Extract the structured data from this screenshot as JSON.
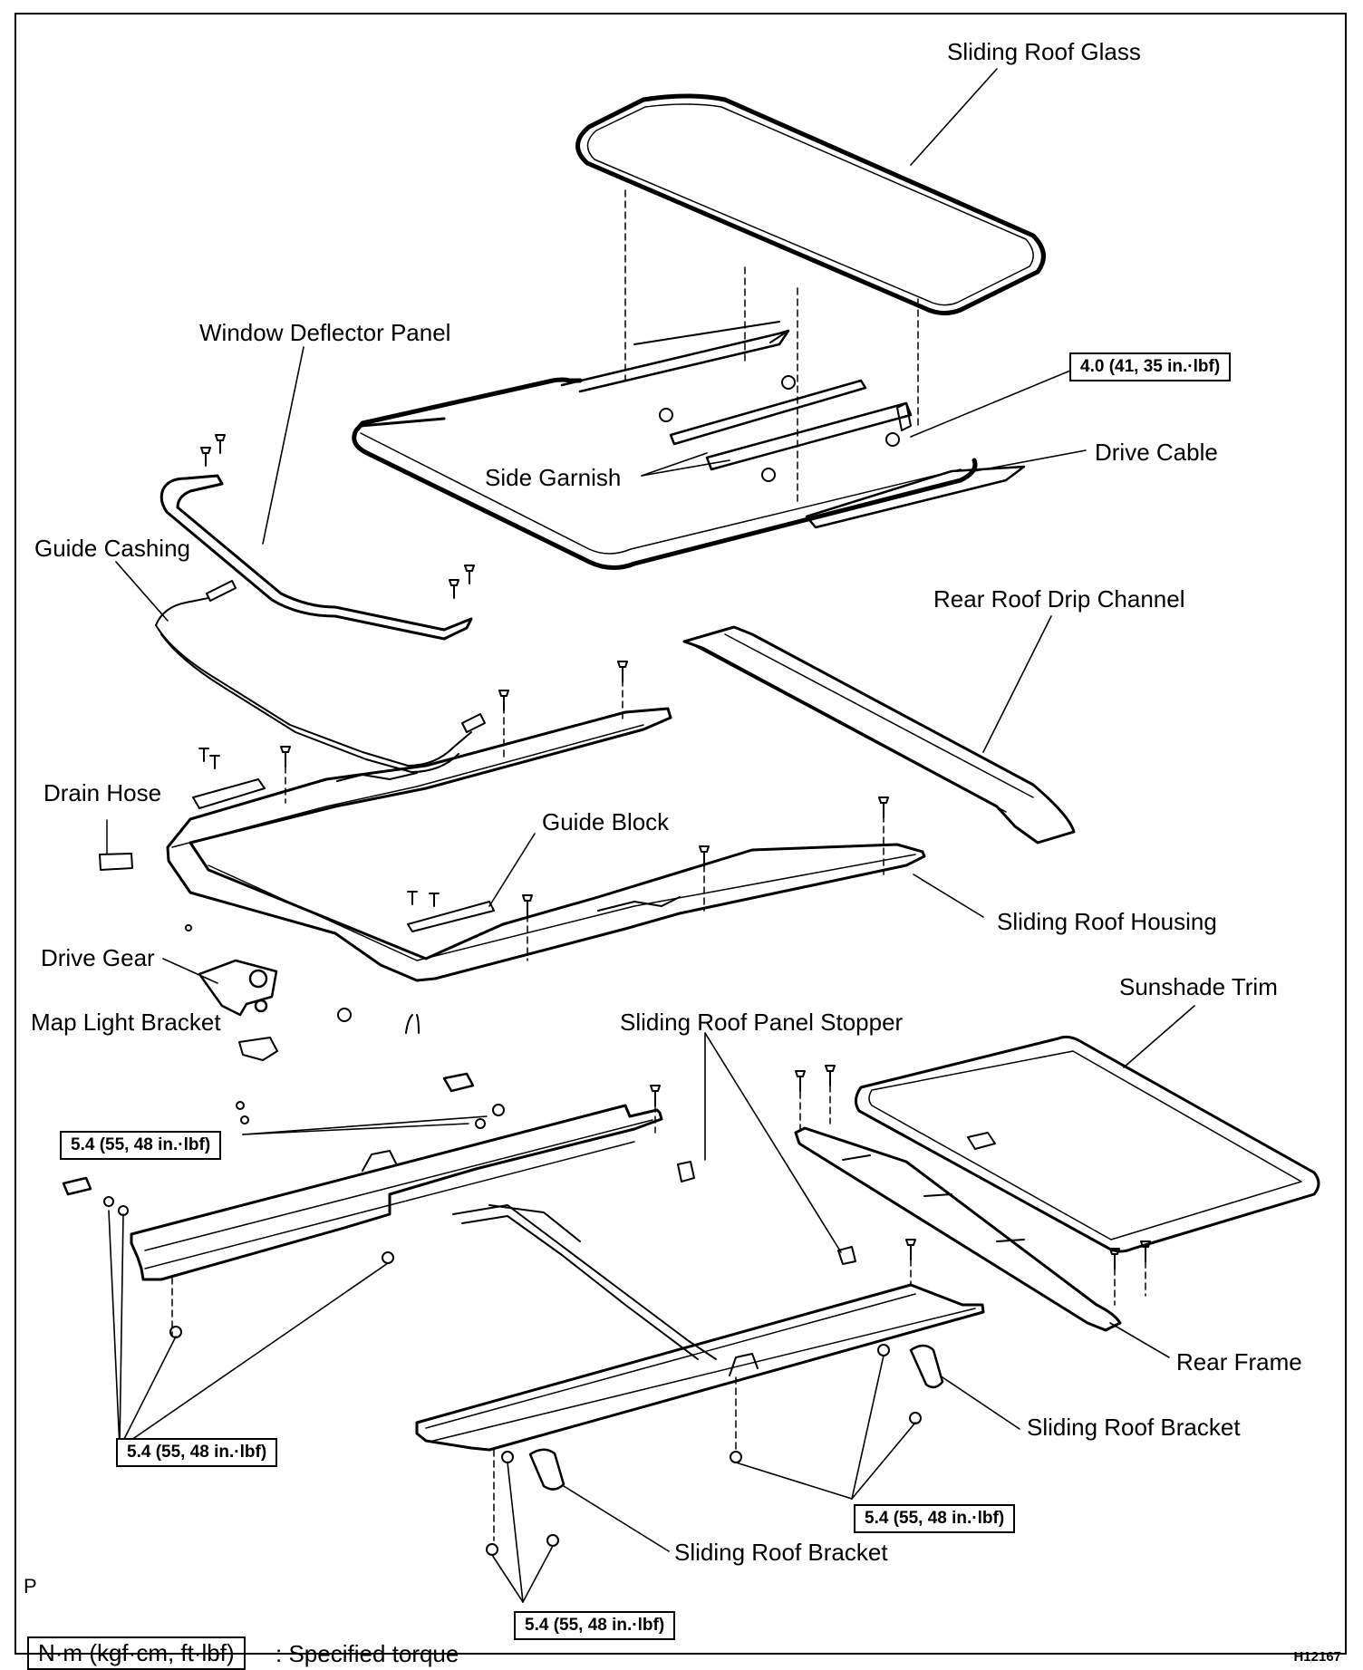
{
  "labels": {
    "sliding_roof_glass": "Sliding Roof Glass",
    "window_deflector_panel": "Window Deflector Panel",
    "side_garnish": "Side Garnish",
    "drive_cable": "Drive Cable",
    "guide_cashing": "Guide Cashing",
    "rear_roof_drip_channel": "Rear Roof Drip Channel",
    "drain_hose": "Drain Hose",
    "guide_block": "Guide Block",
    "sliding_roof_housing": "Sliding Roof Housing",
    "drive_gear": "Drive Gear",
    "map_light_bracket": "Map Light Bracket",
    "sunshade_trim": "Sunshade Trim",
    "sliding_roof_panel_stopper": "Sliding Roof Panel Stopper",
    "rear_frame": "Rear Frame",
    "sliding_roof_bracket_right": "Sliding Roof Bracket",
    "sliding_roof_bracket_bottom": "Sliding Roof Bracket"
  },
  "torques": {
    "glass": "4.0 (41, 35 in.·lbf)",
    "map_light": "5.4 (55, 48 in.·lbf)",
    "left_rail": "5.4 (55, 48 in.·lbf)",
    "right_bracket": "5.4 (55, 48 in.·lbf)",
    "bottom": "5.4 (55, 48 in.·lbf)"
  },
  "legend": {
    "box": "N·m (kgf·cm, ft·lbf)",
    "text": ": Specified torque"
  },
  "page_marker": "P",
  "figure_id": "H12167"
}
